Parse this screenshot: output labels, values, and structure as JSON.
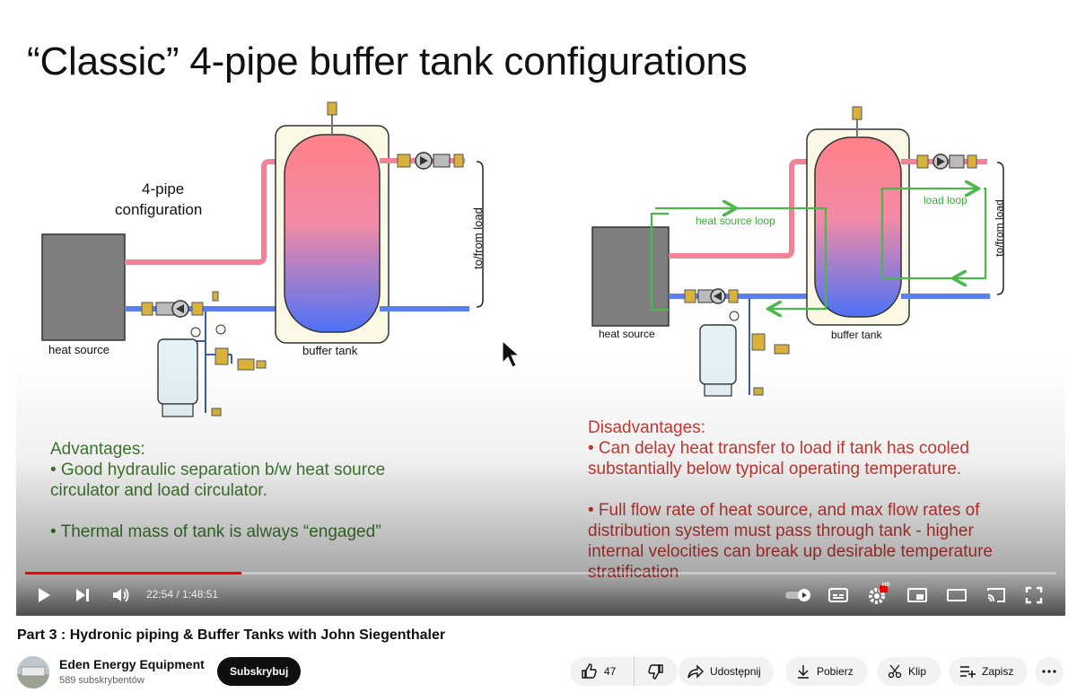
{
  "slide": {
    "title": "“Classic” 4-pipe buffer tank configurations",
    "left_caption_1": "4-pipe",
    "left_caption_2": "configuration",
    "heat_source_label": "heat source",
    "buffer_tank_label": "buffer tank",
    "to_from_load_label": "to/from load",
    "heat_source_loop_label": "heat source loop",
    "load_loop_label": "load loop",
    "advantages": {
      "heading": "Advantages:",
      "line1": "• Good hydraulic separation b/w heat source",
      "line2": "circulator and load circulator.",
      "line3": "• Thermal mass of tank is always “engaged”"
    },
    "disadvantages": {
      "heading": "Disadvantages:",
      "line1": "• Can delay heat transfer to load if tank has cooled",
      "line2": "substantially below typical operating temperature.",
      "line3": "• Full flow rate of heat source, and max flow rates of",
      "line4": "distribution system must pass through tank - higher",
      "line5": "internal velocities can break up desirable temperature",
      "line6": "stratification"
    },
    "colors": {
      "hot": "#f07a8c",
      "cold": "#5a7ff0",
      "loop": "#4cb84c",
      "advantages": "#3f7a2e",
      "disadvantages": "#c83a34"
    }
  },
  "player": {
    "time": "22:54 / 1:48:51",
    "progress_fraction": 0.21,
    "hd_badge": "HD",
    "icons": [
      "play-icon",
      "next-icon",
      "volume-icon",
      "autoplay-toggle-icon",
      "subtitles-icon",
      "settings-icon",
      "miniplayer-icon",
      "theater-icon",
      "cast-icon",
      "fullscreen-icon"
    ]
  },
  "video": {
    "title": "Part 3 : Hydronic piping & Buffer Tanks with John Siegenthaler",
    "channel": "Eden Energy Equipment",
    "subscribers": "589 subskrybentów",
    "subscribe_label": "Subskrybuj",
    "likes": "47",
    "share_label": "Udostępnij",
    "download_label": "Pobierz",
    "clip_label": "Klip",
    "save_label": "Zapisz"
  }
}
